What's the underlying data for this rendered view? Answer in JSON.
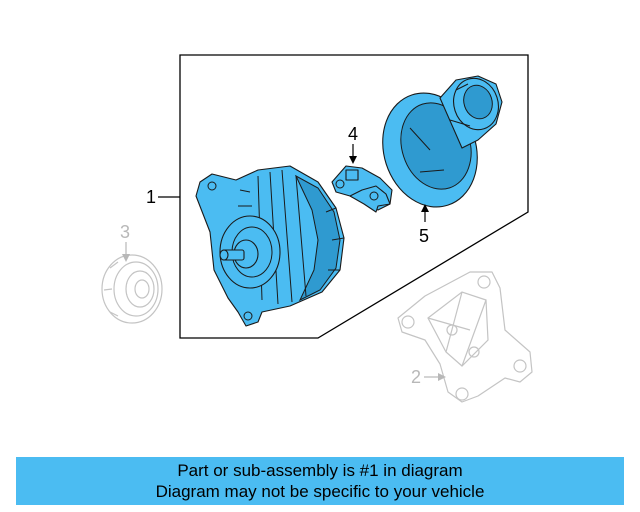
{
  "colors": {
    "highlight": "#4bbcf2",
    "outline": "#1a1a1a",
    "ghost": "#c4c4c4",
    "banner": "#4bbcf2"
  },
  "callouts": {
    "part1": "1",
    "part2": "2",
    "part3": "3",
    "part4": "4",
    "part5": "5"
  },
  "banner": {
    "line1": "Part or sub-assembly is #1 in diagram",
    "line2": "Diagram may not be specific to your vehicle"
  },
  "icons": {
    "alternator": "alternator-icon",
    "voltage_regulator": "voltage-regulator-icon",
    "pulley_cover": "pulley-cover-icon",
    "bracket": "bracket-icon",
    "pulley": "pulley-icon"
  }
}
